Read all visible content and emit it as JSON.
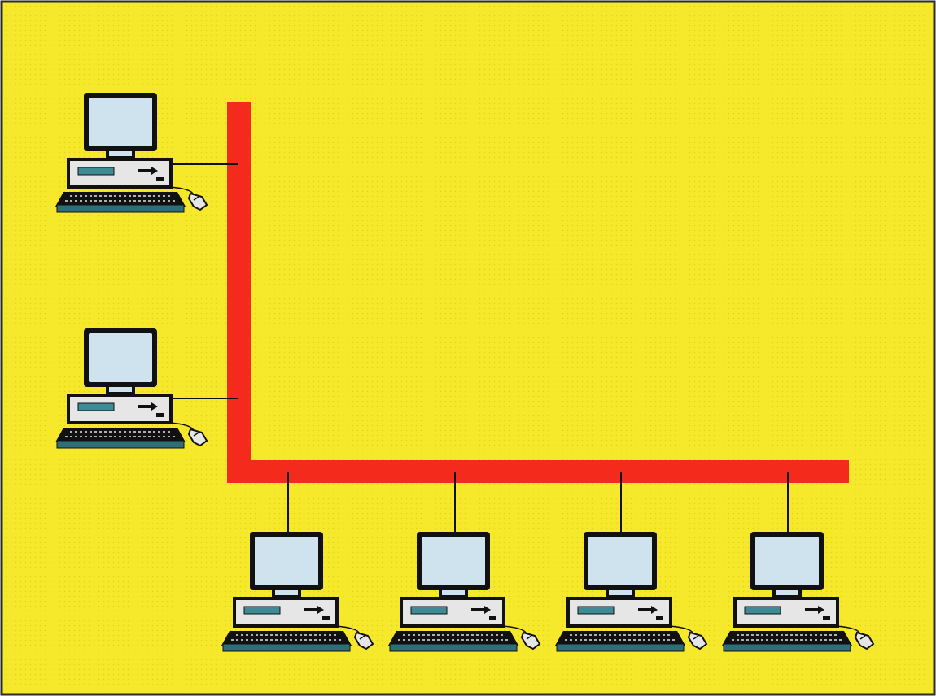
{
  "diagram": {
    "kind": "bus-network",
    "colors": {
      "background": "#f6e82a",
      "border": "#2b2b2b",
      "bus": "#f32a1c",
      "drop_cable": "#111111",
      "monitor_screen": "#cfe3ef",
      "case": "#e6e6e6",
      "drive_slot": "#3e8a95",
      "keyboard": "#2d6f78",
      "outline": "#111111"
    },
    "icons": [
      "computer-icon-left-top",
      "computer-icon-left-middle",
      "computer-icon-bottom-1",
      "computer-icon-bottom-2",
      "computer-icon-bottom-3",
      "computer-icon-bottom-4"
    ],
    "node_count": 6
  }
}
